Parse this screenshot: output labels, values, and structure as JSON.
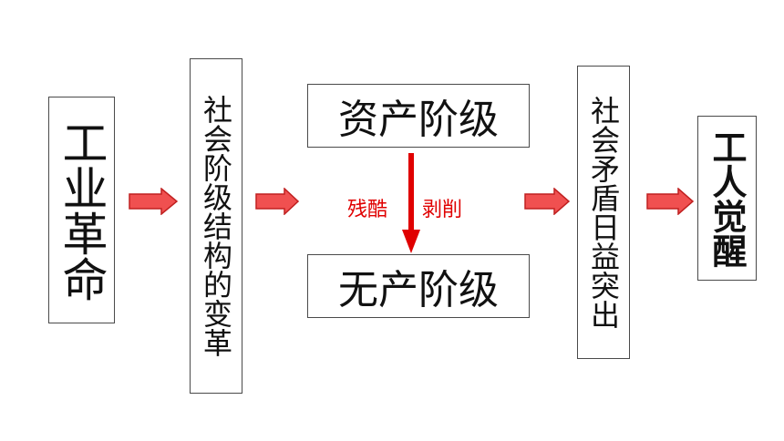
{
  "nodes": {
    "industrial_revolution": "工业革命",
    "class_structure_change": "社会阶级结构的变革",
    "bourgeoisie": "资产阶级",
    "proletariat": "无产阶级",
    "social_contradiction": "社会矛盾日益突出",
    "worker_awakening": "工人觉醒"
  },
  "edge_labels": {
    "cruel": "残酷",
    "exploitation": "剥削"
  },
  "colors": {
    "arrow_fill": "#f05050",
    "arrow_stroke": "#c02020",
    "down_arrow": "#e00000",
    "label_red": "#e00000"
  }
}
